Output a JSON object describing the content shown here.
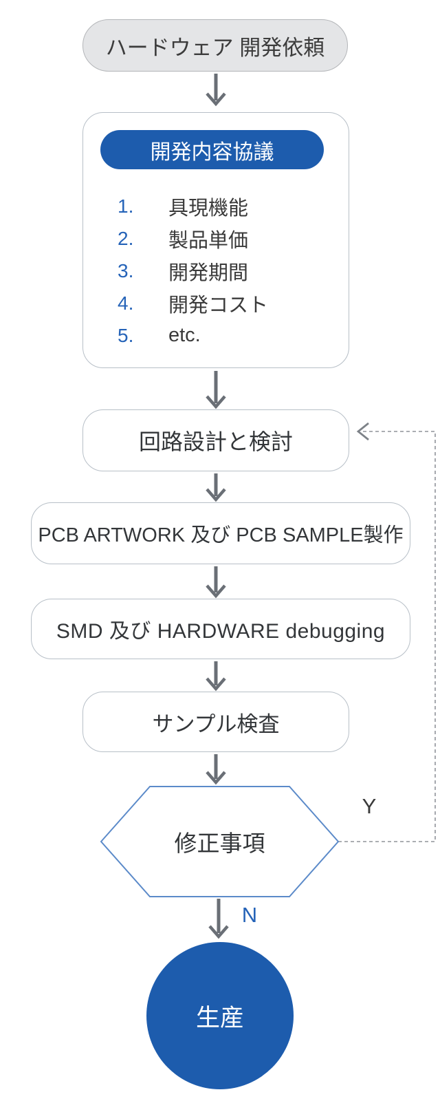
{
  "flow": {
    "start": {
      "label": "ハードウェア 開発依頼"
    },
    "discussion": {
      "title": "開発内容協議",
      "items": [
        {
          "num": "1.",
          "label": "具現機能"
        },
        {
          "num": "2.",
          "label": "製品単価"
        },
        {
          "num": "3.",
          "label": "開発期間"
        },
        {
          "num": "4.",
          "label": "開発コスト"
        },
        {
          "num": "5.",
          "label": "etc."
        }
      ]
    },
    "circuit": {
      "label": "回路設計と検討"
    },
    "pcb": {
      "label": "PCB ARTWORK 及び PCB SAMPLE製作"
    },
    "smd": {
      "label": "SMD 及び HARDWARE debugging"
    },
    "sample": {
      "label": "サンプル検査"
    },
    "decision": {
      "label": "修正事項",
      "yes_label": "Y",
      "no_label": "N"
    },
    "production": {
      "label": "生産"
    }
  },
  "colors": {
    "accent_blue": "#1d5cad",
    "number_blue": "#2563b8",
    "arrow_gray": "#6a6f76",
    "dashed_gray": "#8f9399",
    "box_border": "#b7bfc7",
    "hexagon_border": "#5b8ac9",
    "start_fill": "#e4e5e7"
  }
}
